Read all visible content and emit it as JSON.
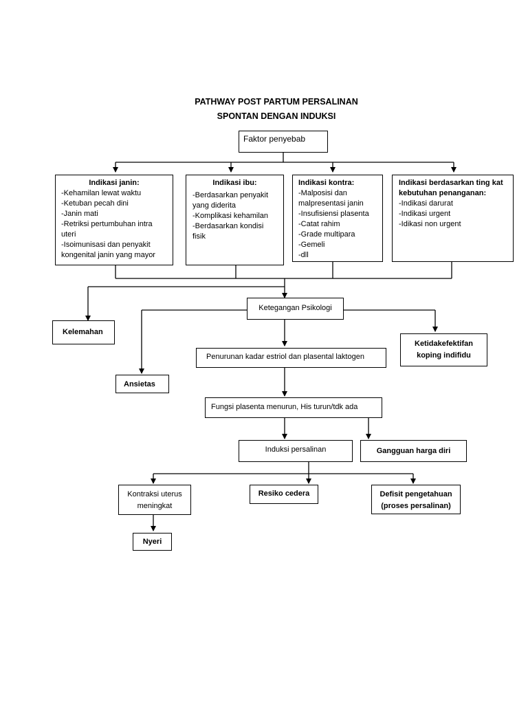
{
  "title": {
    "line1": "PATHWAY POST PARTUM PERSALINAN",
    "line2": "SPONTAN DENGAN INDUKSI"
  },
  "nodes": {
    "faktor": "Faktor penyebab",
    "janin": {
      "head": "Indikasi janin:",
      "items": [
        "-Kehamilan lewat waktu",
        "-Ketuban pecah dini",
        "-Janin mati",
        "-Retriksi pertumbuhan intra",
        "uteri",
        "-Isoimunisasi dan penyakit",
        "kongenital janin yang mayor"
      ]
    },
    "ibu": {
      "head": "Indikasi ibu:",
      "items": [
        "-Berdasarkan penyakit",
        "yang diderita",
        "-Komplikasi kehamilan",
        "-Berdasarkan kondisi",
        "fisik"
      ]
    },
    "kontra": {
      "head": "Indikasi kontra:",
      "items": [
        "-Malposisi dan",
        "malpresentasi janin",
        "-Insufisiensi plasenta",
        "-Catat rahim",
        "-Grade multipara",
        "-Gemeli",
        "-dll"
      ]
    },
    "berdasarkan": {
      "head1": "Indikasi berdasarkan ting kat",
      "head2": "kebutuhan penanganan:",
      "items": [
        "-Indikasi darurat",
        "-Indikasi urgent",
        "-Idikasi non urgent"
      ]
    },
    "ketegangan": "Ketegangan Psikologi",
    "kelemahan": "Kelemahan",
    "ketidak1": "Ketidakefektifan",
    "ketidak2": "koping indifidu",
    "penurunan": "Penurunan kadar estriol dan plasental laktogen",
    "ansietas": "Ansietas",
    "fungsi": "Fungsi plasenta menurun, His turun/tdk ada",
    "induksi": "Induksi persalinan",
    "gangguan": "Gangguan harga diri",
    "kontraksi1": "Kontraksi uterus",
    "kontraksi2": "meningkat",
    "resiko": "Resiko cedera",
    "defisit1": "Defisit pengetahuan",
    "defisit2": "(proses persalinan)",
    "nyeri": "Nyeri"
  }
}
